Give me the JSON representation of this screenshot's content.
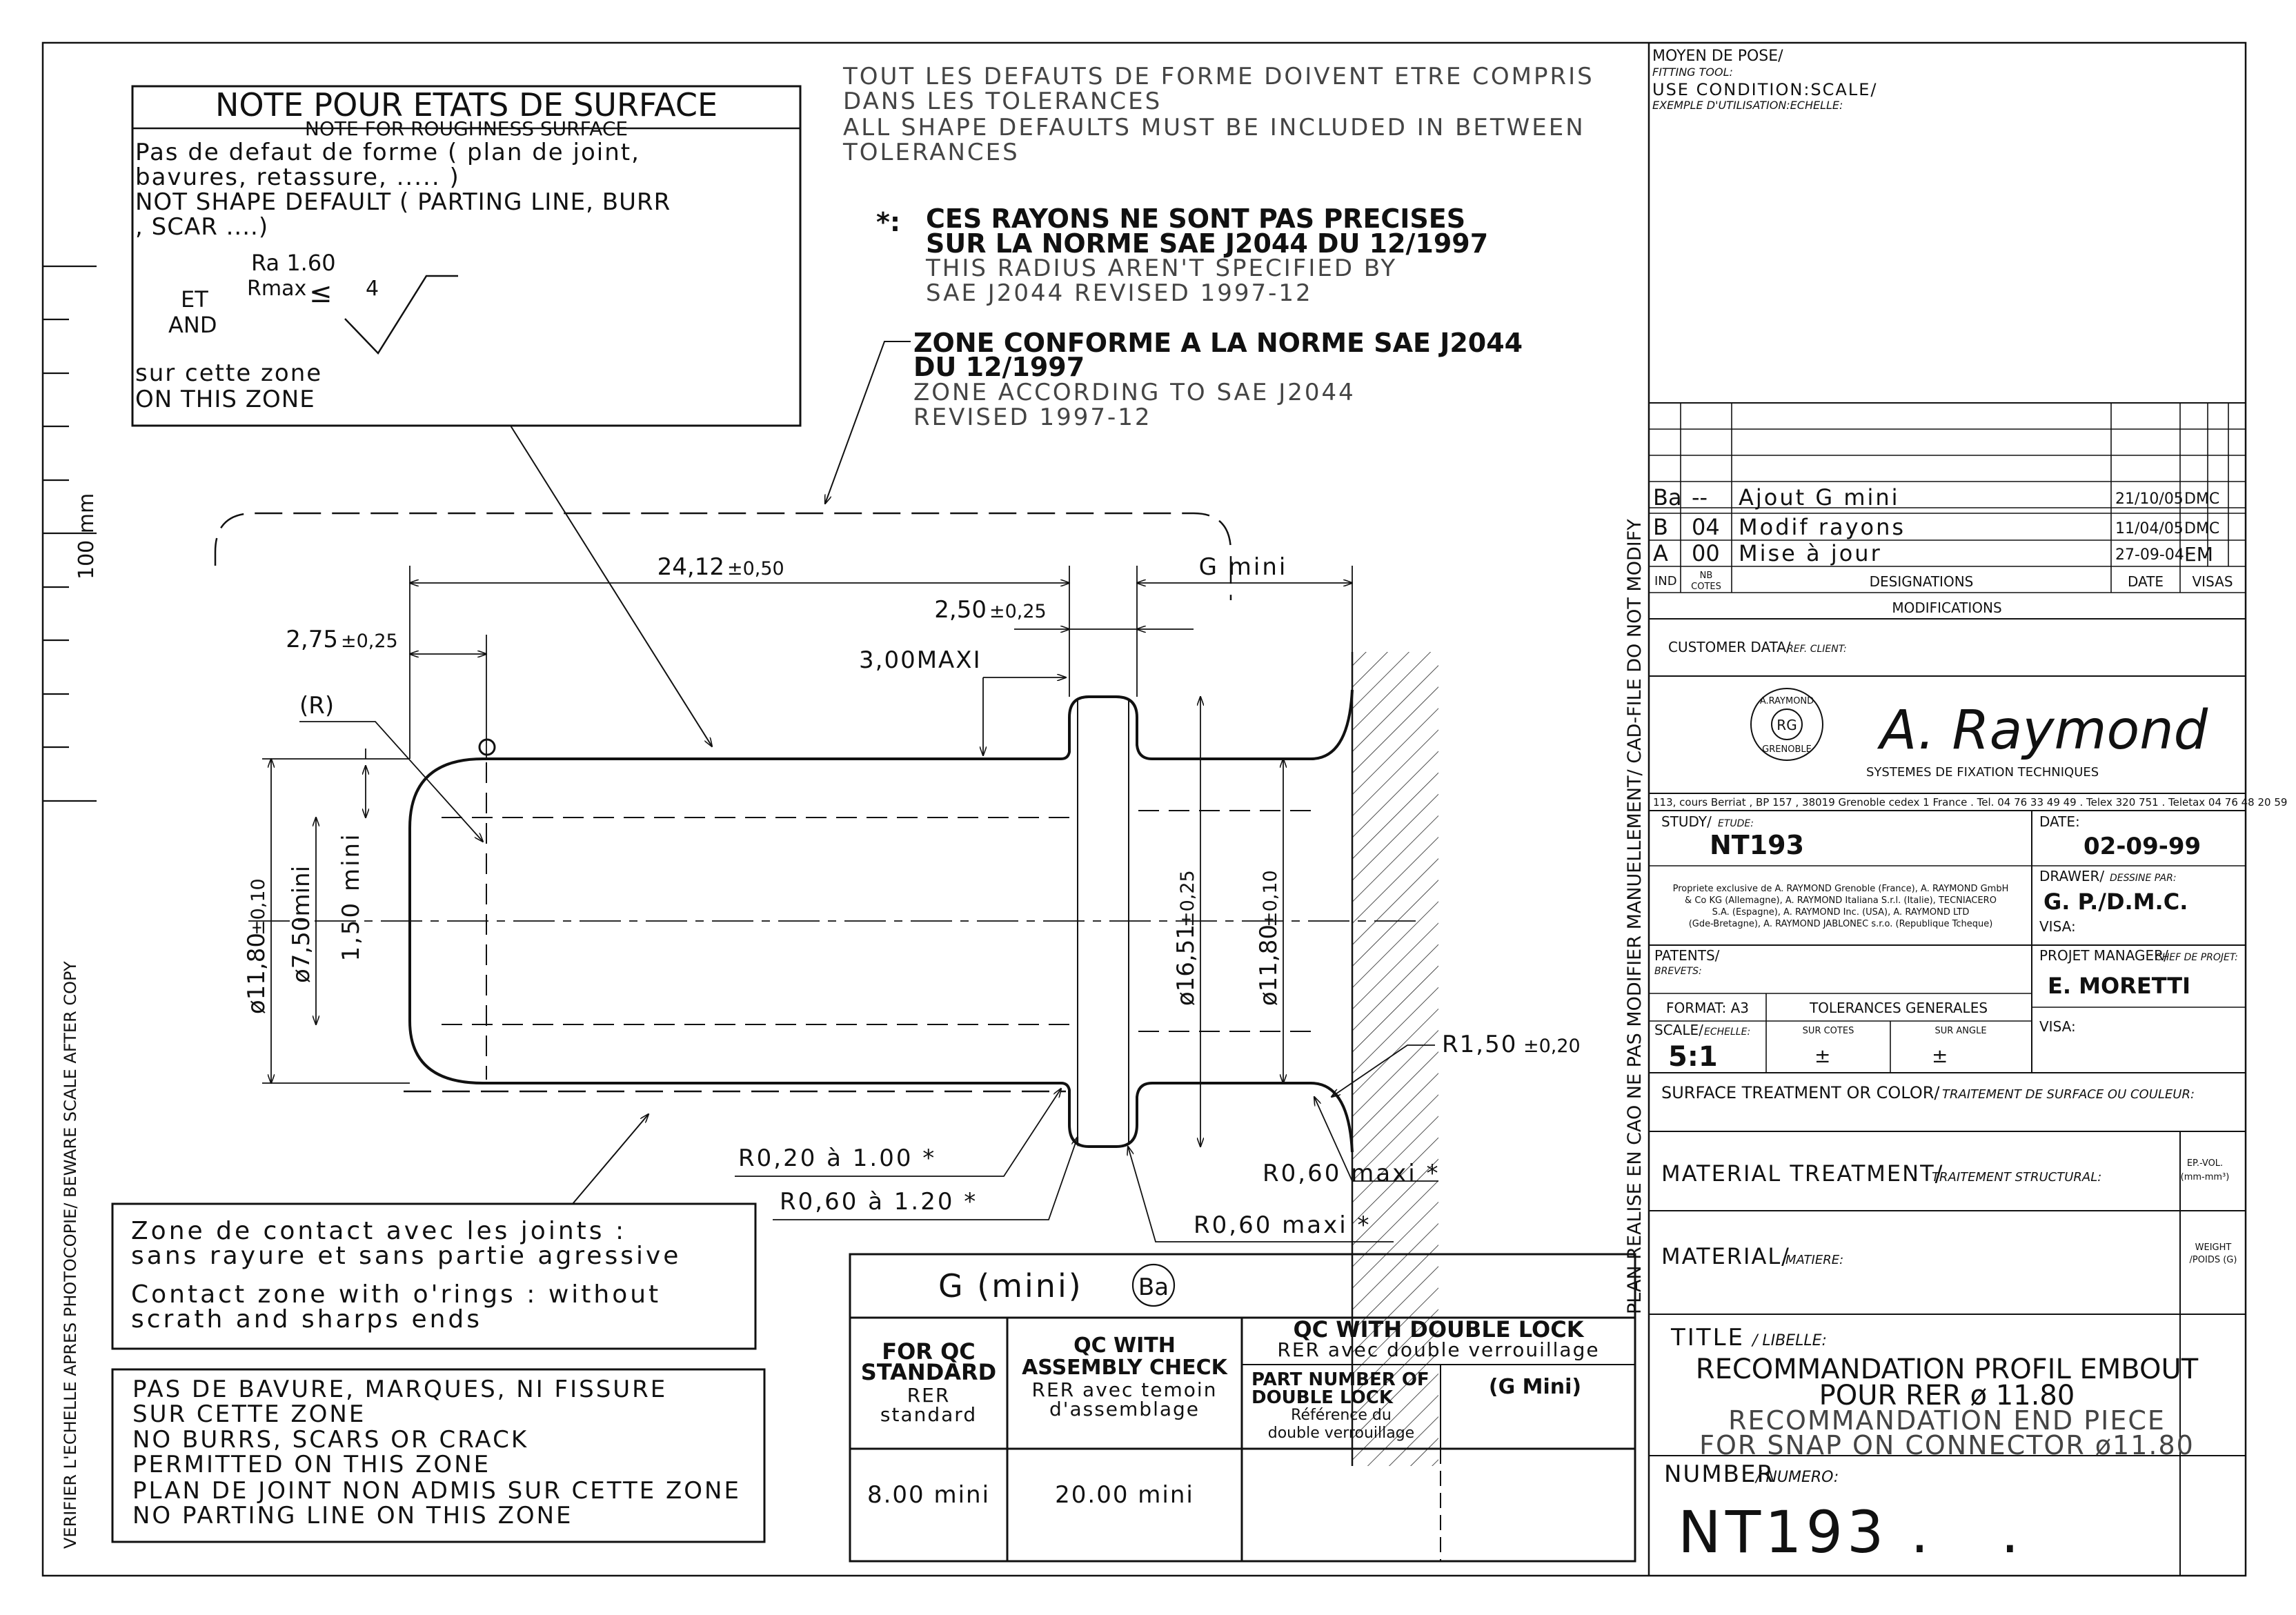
{
  "left_margin": {
    "vertical_note": "VERIFIER L'ECHELLE APRES PHOTOCOPIE/ BEWARE SCALE AFTER COPY",
    "scale_label": "100 mm",
    "cad_note": "PLAN REALISE EN CAO NE PAS MODIFIER MANUELLEMENT/ CAD-FILE DO NOT MODIFY"
  },
  "surface_note": {
    "title": "NOTE POUR ETATS DE SURFACE",
    "subtitle": "NOTE FOR ROUGHNESS SURFACE",
    "line1": "Pas de defaut de forme ( plan de joint,",
    "line2": "bavures, retassure, ..... )",
    "line3": "NOT SHAPE DEFAULT ( PARTING LINE, BURR",
    "line4": ", SCAR ....)",
    "ra": "Ra 1.60",
    "rmax": "Rmax",
    "rmax_symbol": "≤",
    "rmax_val": "4",
    "et": "ET",
    "and": "AND",
    "zone_fr": "sur cette zone",
    "zone_en": "ON THIS ZONE"
  },
  "top_note": {
    "l1": "TOUT LES DEFAUTS DE FORME DOIVENT ETRE COMPRIS",
    "l2": "DANS LES TOLERANCES",
    "l3": "ALL SHAPE DEFAULTS MUST BE INCLUDED IN BETWEEN",
    "l4": "TOLERANCES"
  },
  "radius_note": {
    "star": "*:",
    "l1": "CES RAYONS NE SONT PAS PRECISES",
    "l2": "SUR LA NORME SAE J2044 DU 12/1997",
    "l3": "THIS RADIUS AREN'T SPECIFIED BY",
    "l4": "SAE J2044 REVISED 1997-12"
  },
  "zone_note": {
    "l1": "ZONE CONFORME A LA NORME SAE J2044",
    "l2": "DU 12/1997",
    "l3": "ZONE ACCORDING TO SAE J2044",
    "l4": "REVISED 1997-12"
  },
  "dims": {
    "d_24": "24,12",
    "tol_24": "±0,50",
    "d_gmini": "G mini",
    "d_250": "2,50",
    "tol_250": "±0,25",
    "d_275": "2,75",
    "tol_275": "±0,25",
    "d_300": "3,00MAXI",
    "r": "(R)",
    "d_1180": "ø11,80",
    "tol_1180": "±0,10",
    "d_750": "ø7,50mini",
    "d_150": "1,50 mini",
    "d_1651": "ø16,51",
    "tol_1651": "±0,25",
    "d_1180b": "ø11,80",
    "tol_1180b": "±0,10",
    "r150": "R1,50",
    "tol_r150": "±0,20",
    "r020": "R0,20 à 1.00 *",
    "r060a": "R0,60 à 1.20 *",
    "r060b": "R0,60 maxi *",
    "r060c": "R0,60 maxi *"
  },
  "contact_note": {
    "l1": "Zone de contact avec les joints :",
    "l2": "sans rayure et sans partie agressive",
    "l3": "Contact zone with o'rings : without",
    "l4": "scrath and sharps ends"
  },
  "burr_note": {
    "l1": "PAS DE BAVURE, MARQUES, NI FISSURE",
    "l2": "SUR CETTE ZONE",
    "l3": "NO BURRS, SCARS OR CRACK",
    "l4": "PERMITTED ON THIS ZONE",
    "l5": "PLAN DE JOINT NON ADMIS SUR CETTE ZONE",
    "l6": "NO PARTING LINE ON THIS ZONE"
  },
  "g_table": {
    "title": "G (mini)",
    "badge": "Ba",
    "c1_h1": "FOR QC",
    "c1_h2": "STANDARD",
    "c1_s1": "RER",
    "c1_s2": "standard",
    "c2_h1": "QC WITH",
    "c2_h2": "ASSEMBLY CHECK",
    "c2_s1": "RER avec temoin",
    "c2_s2": "d'assemblage",
    "c3_h1": "QC WITH DOUBLE LOCK",
    "c3_s1": "RER avec double verrouillage",
    "c3a_h1": "PART NUMBER OF",
    "c3a_h2": "DOUBLE LOCK",
    "c3a_s1": "Référence du",
    "c3a_s2": "double verrouillage",
    "c3b_h": "(G Mini)",
    "v1": "8.00 mini",
    "v2": "20.00 mini"
  },
  "title_block": {
    "moyen_1": "MOYEN DE POSE/",
    "moyen_2": "FITTING TOOL:",
    "use_1": "USE CONDITION:SCALE/",
    "use_2": "EXEMPLE D'UTILISATION:ECHELLE:",
    "revisions": [
      {
        "ind": "Ba",
        "nb": "--",
        "desc": "Ajout G mini",
        "date": "21/10/05",
        "visa": "DMC"
      },
      {
        "ind": "B",
        "nb": "04",
        "desc": "Modif rayons",
        "date": "11/04/05",
        "visa": "DMC"
      },
      {
        "ind": "A",
        "nb": "00",
        "desc": "Mise à jour",
        "date": "27-09-04",
        "visa": "EM"
      }
    ],
    "h_ind": "IND",
    "h_nb1": "NB",
    "h_nb2": "COTES",
    "h_desig": "DESIGNATIONS",
    "h_date": "DATE",
    "h_visas": "VISAS",
    "h_modif": "MODIFICATIONS",
    "customer": "CUSTOMER DATA/",
    "customer_fr": "REF. CLIENT:",
    "seal_top": "A.RAYMOND",
    "seal_mid": "RG",
    "seal_bot": "GRENOBLE",
    "brand": "A. Raymond",
    "brand_sub": "SYSTEMES DE FIXATION  TECHNIQUES",
    "address": "113, cours Berriat , BP 157 , 38019 Grenoble cedex 1 France . Tel. 04 76 33 49 49 . Telex 320 751 . Teletax 04 76 48 20 59",
    "study_lbl": "STUDY/",
    "study_fr": "ETUDE:",
    "study": "NT193",
    "date_lbl": "DATE:",
    "date": "02-09-99",
    "prop1": "Propriete exclusive de A. RAYMOND Grenoble (France), A. RAYMOND GmbH",
    "prop2": "& Co KG (Allemagne), A. RAYMOND Italiana S.r.l. (Italie), TECNIACERO",
    "prop3": "S.A. (Espagne), A. RAYMOND Inc. (USA), A. RAYMOND LTD",
    "prop4": "(Gde-Bretagne), A. RAYMOND JABLONEC s.r.o. (Republique Tcheque)",
    "drawer_lbl": "DRAWER/",
    "drawer_fr": "DESSINE PAR:",
    "drawer": "G. P./D.M.C.",
    "visa": "VISA:",
    "patents": "PATENTS/",
    "patents_fr": "BREVETS:",
    "pm_lbl": "PROJET MANAGER/",
    "pm_fr": "CHEF DE PROJET:",
    "pm": "E. MORETTI",
    "format": "FORMAT: A3",
    "tol_gen": "TOLERANCES GENERALES",
    "scale_lbl": "SCALE/",
    "scale_fr": "ECHELLE:",
    "scale": "5:1",
    "sur_cotes": "SUR COTES",
    "sur_angle": "SUR ANGLE",
    "pm1": "±",
    "pm2": "±",
    "visa2": "VISA:",
    "surface": "SURFACE TREATMENT OR COLOR/",
    "surface_fr": "TRAITEMENT DE SURFACE OU COULEUR:",
    "mat_treat": "MATERIAL TREATMENT/",
    "mat_treat_fr": "TRAITEMENT STRUCTURAL:",
    "ep1": "EP.-VOL.",
    "ep2": "(mm-mm³)",
    "material": "MATERIAL/",
    "material_fr": "MATIERE:",
    "weight1": "WEIGHT",
    "weight2": "/POIDS (G)",
    "title_lbl": "TITLE",
    "title_fr": "/ LIBELLE:",
    "title1": "RECOMMANDATION PROFIL EMBOUT",
    "title2": "POUR RER ø 11.80",
    "title3": "RECOMMANDATION END PIECE",
    "title4": "FOR SNAP ON CONNECTOR ø11.80",
    "number_lbl": "NUMBER",
    "number_fr": "/ NUMERO:",
    "number": "NT193 .   ."
  }
}
